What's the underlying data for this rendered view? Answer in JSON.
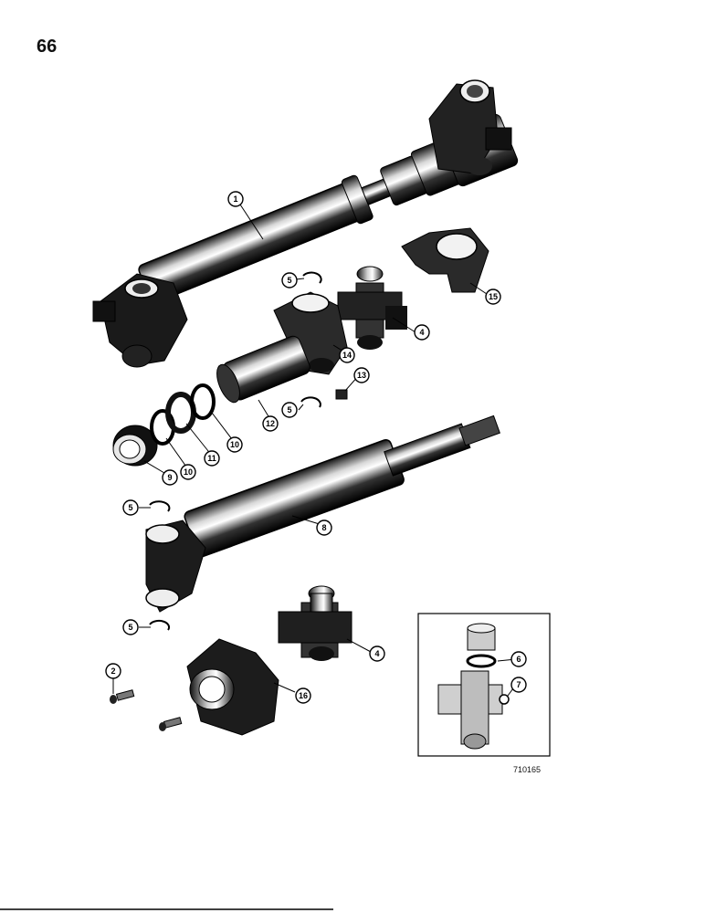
{
  "page_number": "66",
  "figure_code": "710165",
  "callouts": [
    {
      "id": "c1",
      "label": "1"
    },
    {
      "id": "c5a",
      "label": "5"
    },
    {
      "id": "c4a",
      "label": "4"
    },
    {
      "id": "c15",
      "label": "15"
    },
    {
      "id": "c14",
      "label": "14"
    },
    {
      "id": "c13",
      "label": "13"
    },
    {
      "id": "c5b",
      "label": "5"
    },
    {
      "id": "c12",
      "label": "12"
    },
    {
      "id": "c10a",
      "label": "10"
    },
    {
      "id": "c11",
      "label": "11"
    },
    {
      "id": "c10b",
      "label": "10"
    },
    {
      "id": "c9",
      "label": "9"
    },
    {
      "id": "c5c",
      "label": "5"
    },
    {
      "id": "c8",
      "label": "8"
    },
    {
      "id": "c5d",
      "label": "5"
    },
    {
      "id": "c4b",
      "label": "4"
    },
    {
      "id": "c2",
      "label": "2"
    },
    {
      "id": "c16",
      "label": "16"
    },
    {
      "id": "c6",
      "label": "6"
    },
    {
      "id": "c7",
      "label": "7"
    }
  ]
}
